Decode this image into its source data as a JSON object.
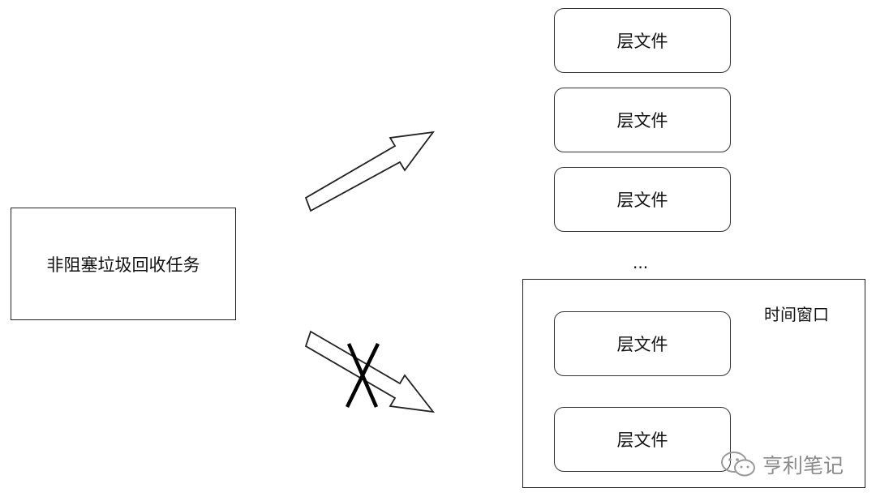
{
  "task": {
    "label": "非阻塞垃圾回收任务"
  },
  "layers_top": [
    {
      "label": "层文件"
    },
    {
      "label": "层文件"
    },
    {
      "label": "层文件"
    }
  ],
  "ellipsis": "...",
  "time_window": {
    "label": "时间窗口",
    "layers": [
      {
        "label": "层文件"
      },
      {
        "label": "层文件"
      }
    ]
  },
  "watermark": {
    "text": "亨利笔记",
    "icon": "wechat-icon"
  },
  "colors": {
    "stroke": "#222222",
    "watermark": "#8a8a8a",
    "background": "#ffffff"
  }
}
